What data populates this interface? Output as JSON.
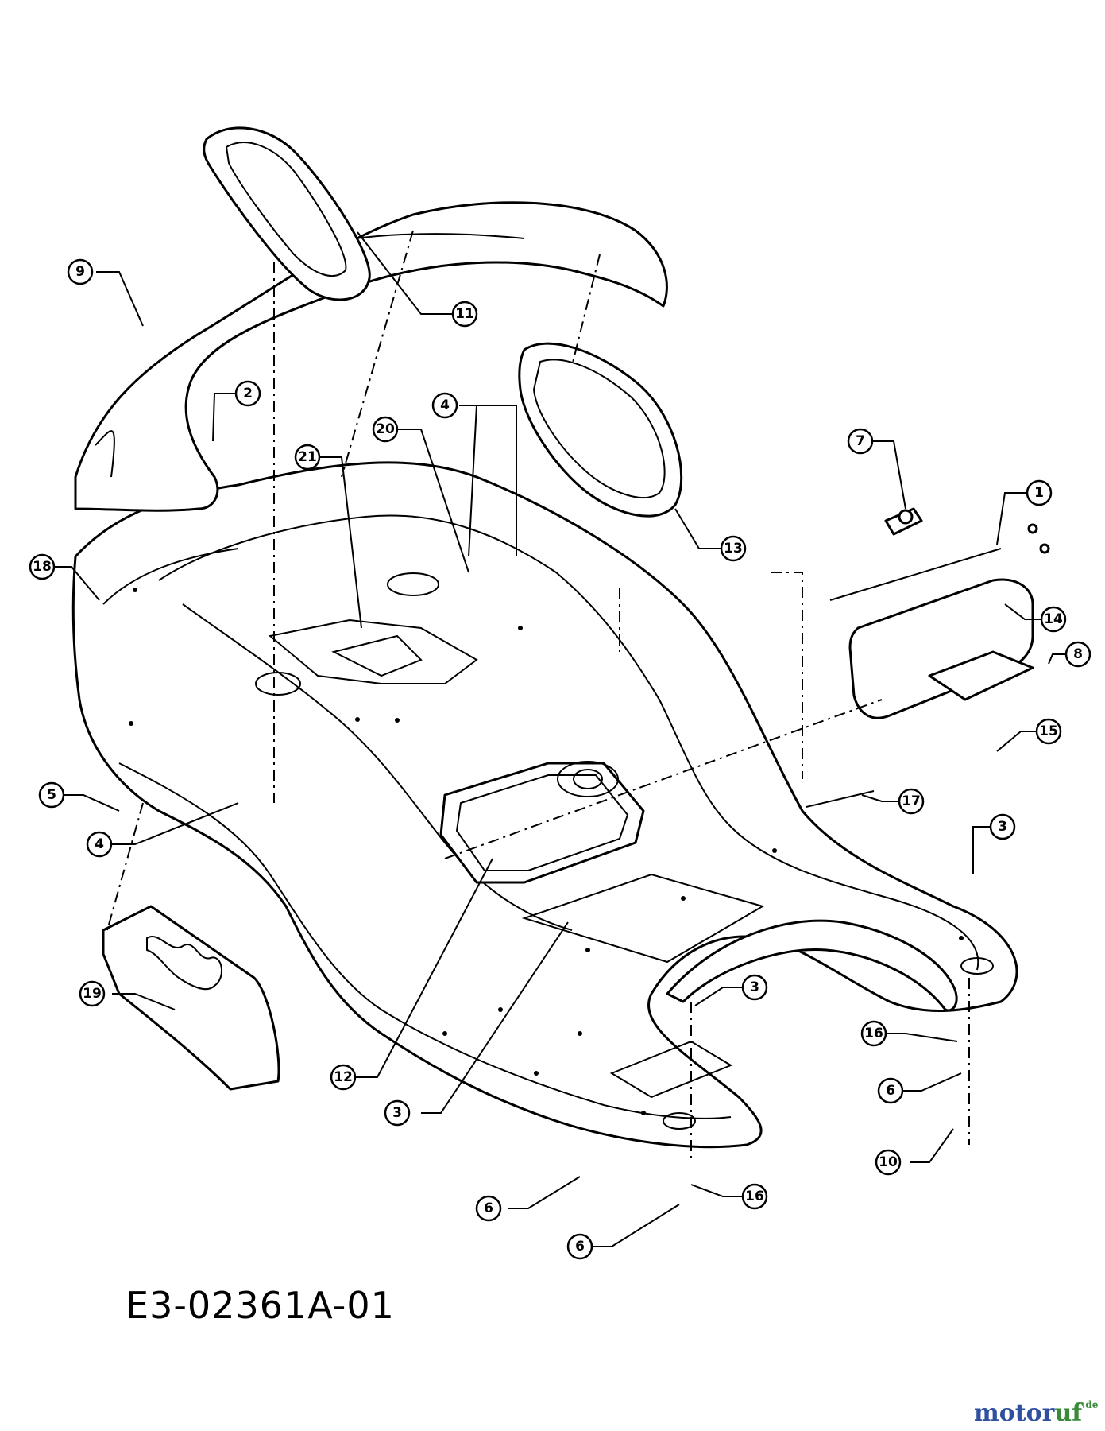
{
  "drawing_code": "E3-02361A-01",
  "watermark": {
    "part1": "motor",
    "part2": "uf",
    "suffix": ".de",
    "color_primary": "#2f4f9f",
    "color_secondary": "#3a8a3a"
  },
  "callouts": [
    "1",
    "2",
    "3",
    "3",
    "3",
    "3",
    "4",
    "4",
    "5",
    "6",
    "6",
    "6",
    "7",
    "8",
    "9",
    "10",
    "11",
    "12",
    "13",
    "14",
    "15",
    "16",
    "16",
    "16",
    "17",
    "18",
    "19",
    "20",
    "21"
  ]
}
